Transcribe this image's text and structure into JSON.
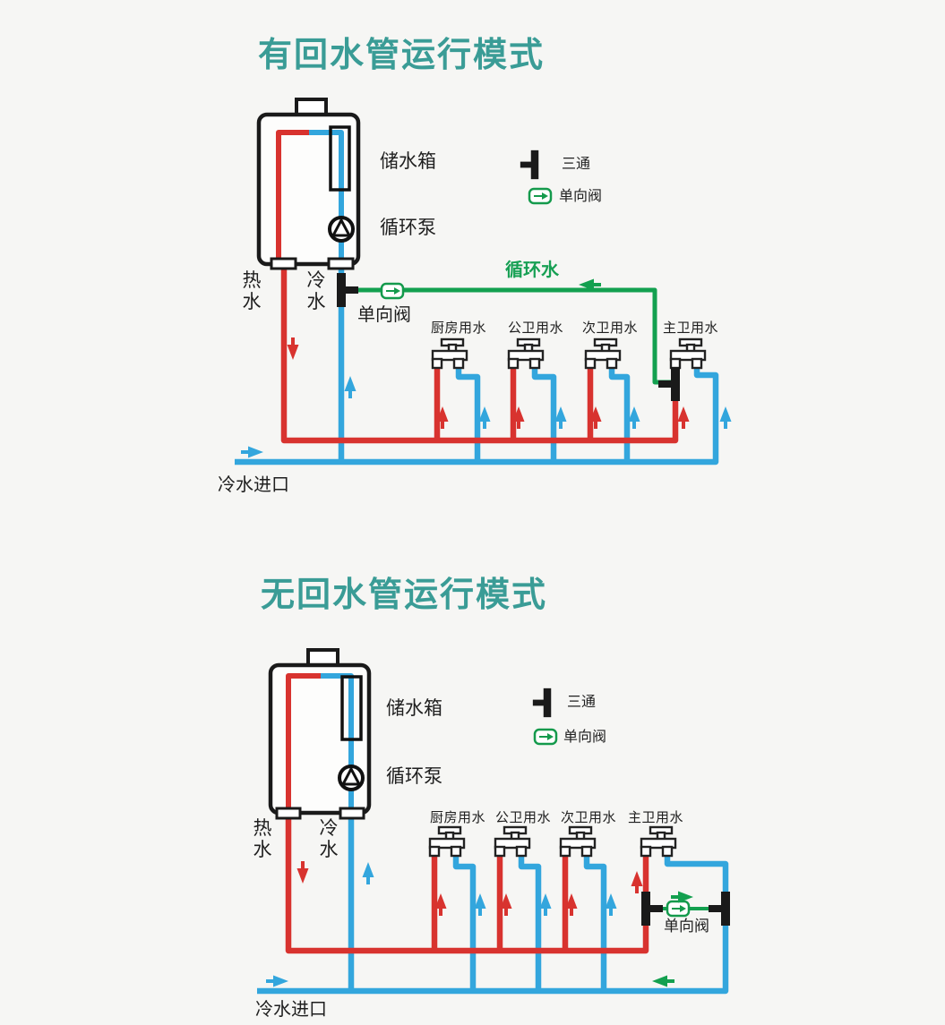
{
  "colors": {
    "hot_water_pipe": "#d8332f",
    "cold_water_pipe": "#33a6dd",
    "circulation_pipe": "#13a04f",
    "fitting_black": "#1a1a1a",
    "title_teal": "#3a9c96",
    "background": "#f6f6f4"
  },
  "diagram1": {
    "title": "有回水管运行模式",
    "heater": {
      "tank_label": "储水箱",
      "pump_label": "循环泵"
    },
    "hot_label": "热水",
    "cold_label": "冷水",
    "legend": {
      "tee_label": "三通",
      "check_valve_label": "单向阀"
    },
    "check_valve_label": "单向阀",
    "circulation_label": "循环水",
    "fixtures": [
      "厨房用水",
      "公卫用水",
      "次卫用水",
      "主卫用水"
    ],
    "inlet_label": "冷水进口"
  },
  "diagram2": {
    "title": "无回水管运行模式",
    "heater": {
      "tank_label": "储水箱",
      "pump_label": "循环泵"
    },
    "hot_label": "热水",
    "cold_label": "冷水",
    "legend": {
      "tee_label": "三通",
      "check_valve_label": "单向阀"
    },
    "check_valve_label": "单向阀",
    "fixtures": [
      "厨房用水",
      "公卫用水",
      "次卫用水",
      "主卫用水"
    ],
    "inlet_label": "冷水进口"
  }
}
